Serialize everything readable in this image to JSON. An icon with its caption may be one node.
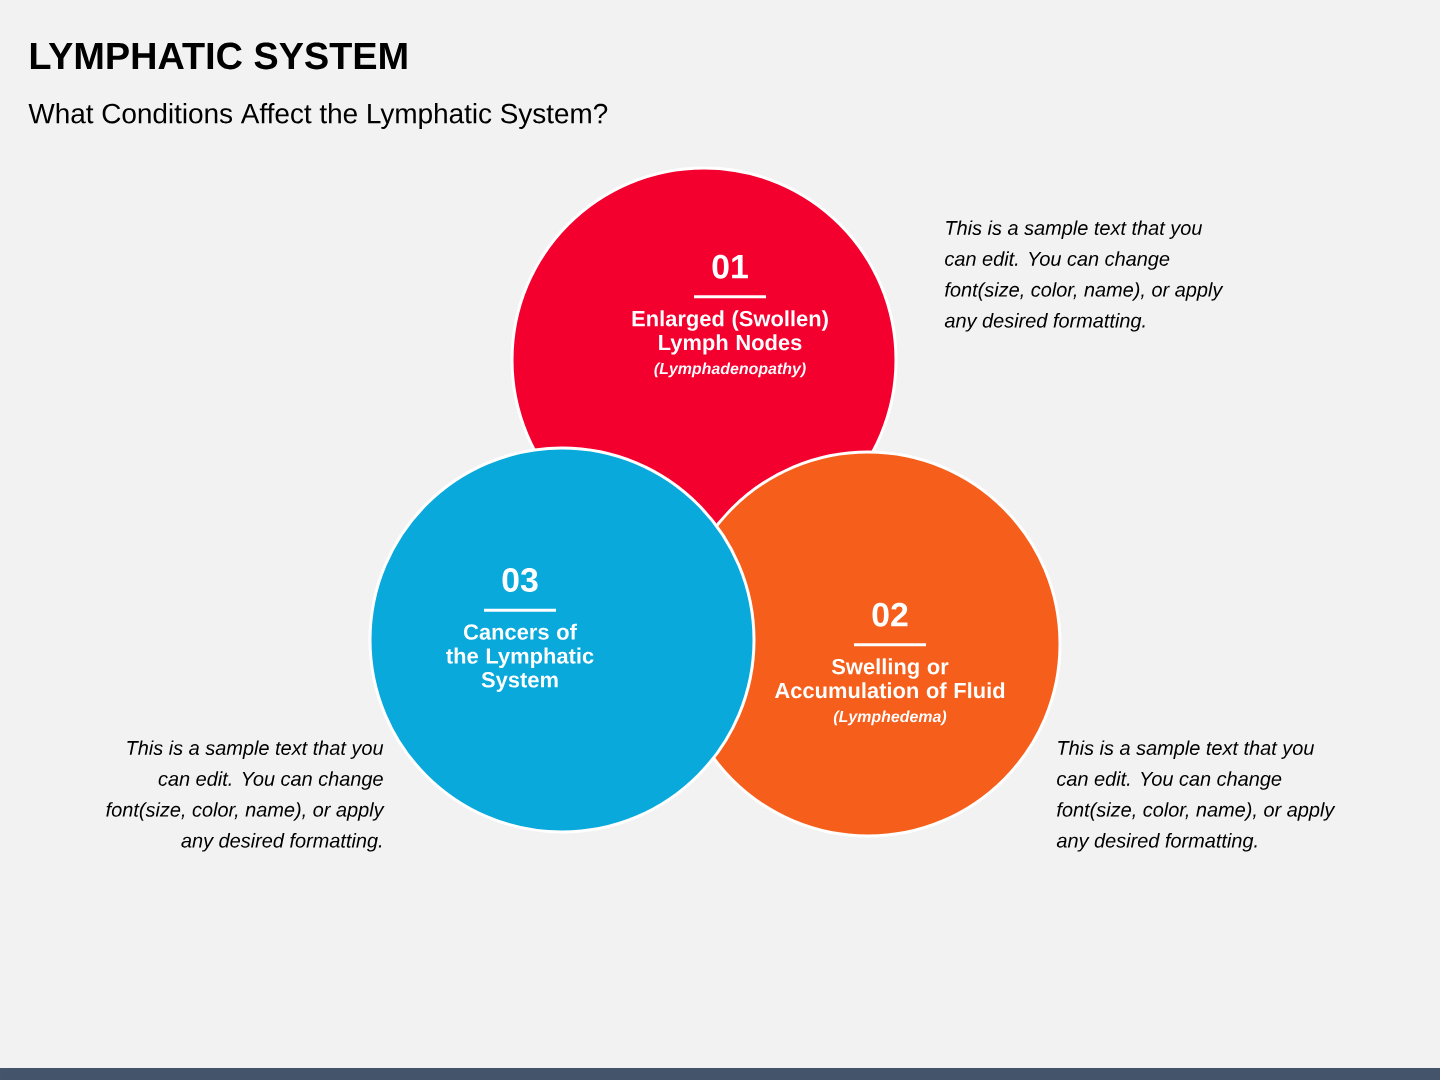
{
  "diagram": {
    "title": "LYMPHATIC SYSTEM",
    "nodes": [
      {
        "text": [
          "01",
          "Enlarged (Swollen) Lymph Nodes",
          "(Lymphadenopathy)"
        ],
        "beside": [
          "This is a sample text that you can edit. You can change font(size, color, name), or apply any desired formatting."
        ]
      },
      {
        "text": [
          "02",
          "Swelling or Accumulation of Fluid",
          "(Lymphedema)"
        ],
        "beside": [
          "This is a sample text that you can edit. You can change font(size, color, name), or apply any desired formatting."
        ]
      },
      {
        "text": [
          "03",
          "Cancers of the Lymphatic System"
        ],
        "beside": [
          "This is a sample text that you can edit. You can change font(size, color, name), or apply any desired formatting."
        ]
      }
    ],
    "edges": [],
    "labels": [
      "What Conditions Affect the Lymphatic System?"
    ]
  }
}
